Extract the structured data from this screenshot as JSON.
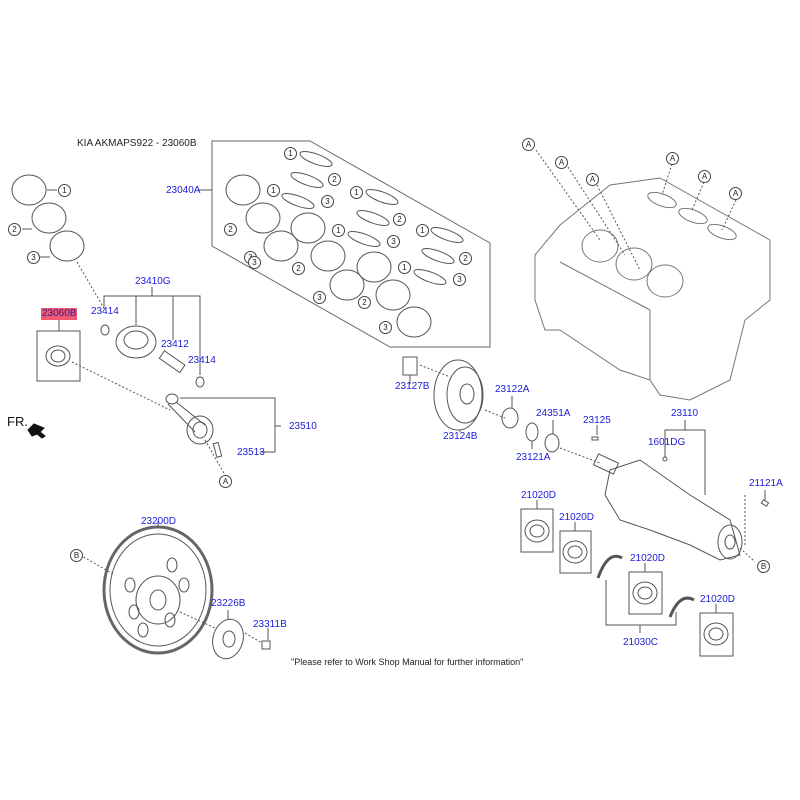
{
  "header": {
    "title": "KIA AKMAPS922 - 23060B"
  },
  "footer": {
    "note": "\"Please refer to Work Shop Manual for further information\""
  },
  "orientation": {
    "label": "FR."
  },
  "selected_part": "23060B",
  "parts": [
    {
      "id": "p23060B",
      "label": "23060B",
      "selected": true
    },
    {
      "id": "p23040A",
      "label": "23040A"
    },
    {
      "id": "p23410G",
      "label": "23410G"
    },
    {
      "id": "p23414a",
      "label": "23414"
    },
    {
      "id": "p23412",
      "label": "23412"
    },
    {
      "id": "p23414b",
      "label": "23414"
    },
    {
      "id": "p23510",
      "label": "23510"
    },
    {
      "id": "p23513",
      "label": "23513"
    },
    {
      "id": "p23127B",
      "label": "23127B"
    },
    {
      "id": "p23124B",
      "label": "23124B"
    },
    {
      "id": "p23122A",
      "label": "23122A"
    },
    {
      "id": "p24351A",
      "label": "24351A"
    },
    {
      "id": "p23121A",
      "label": "23121A"
    },
    {
      "id": "p23125",
      "label": "23125"
    },
    {
      "id": "p23110",
      "label": "23110"
    },
    {
      "id": "p1601DG",
      "label": "1601DG"
    },
    {
      "id": "p21121A",
      "label": "21121A"
    },
    {
      "id": "p21020D_1",
      "label": "21020D"
    },
    {
      "id": "p21020D_2",
      "label": "21020D"
    },
    {
      "id": "p21020D_3",
      "label": "21020D"
    },
    {
      "id": "p21020D_4",
      "label": "21020D"
    },
    {
      "id": "p21030C",
      "label": "21030C"
    },
    {
      "id": "p23200D",
      "label": "23200D"
    },
    {
      "id": "p23226B",
      "label": "23226B"
    },
    {
      "id": "p23311B",
      "label": "23311B"
    }
  ],
  "callouts": {
    "ring1": "1",
    "ring2": "2",
    "ring3": "3",
    "refA": "A",
    "refB": "B"
  },
  "colors": {
    "label": "#1c1cd8",
    "selected_bg": "#f0596f",
    "line": "#555555"
  }
}
